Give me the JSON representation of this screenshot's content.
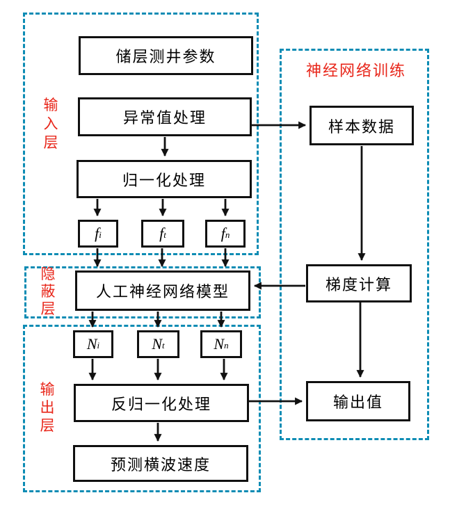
{
  "colors": {
    "region_border": "#0d8cb4",
    "node_border": "#101010",
    "label_red": "#e8261a",
    "arrow": "#111111",
    "background": "#ffffff"
  },
  "regions": {
    "input_layer": {
      "label": "输\n入\n层"
    },
    "hidden_layer": {
      "label": "隐\n蔽\n层"
    },
    "output_layer": {
      "label": "输\n出\n层"
    },
    "training": {
      "label": "神经网络训练"
    }
  },
  "nodes": {
    "reservoir_logging_params": {
      "label": "储层测井参数"
    },
    "outlier_processing": {
      "label": "异常值处理"
    },
    "normalization": {
      "label": "归一化处理"
    },
    "f1": {
      "main": "f",
      "sub": "i"
    },
    "f2": {
      "main": "f",
      "sub": "t"
    },
    "f3": {
      "main": "f",
      "sub": "n"
    },
    "ann_model": {
      "label": "人工神经网络模型"
    },
    "n1": {
      "main": "N",
      "sub": "i"
    },
    "n2": {
      "main": "N",
      "sub": "t"
    },
    "n3": {
      "main": "N",
      "sub": "n"
    },
    "denormalization": {
      "label": "反归一化处理"
    },
    "predicted_shear_velocity": {
      "label": "预测横波速度"
    },
    "sample_data": {
      "label": "样本数据"
    },
    "gradient_calculation": {
      "label": "梯度计算"
    },
    "output_value": {
      "label": "输出值"
    }
  },
  "edges": [
    {
      "from": "outlier_processing",
      "to": "normalization"
    },
    {
      "from": "outlier_processing",
      "to": "sample_data"
    },
    {
      "from": "normalization",
      "to": "f1"
    },
    {
      "from": "normalization",
      "to": "f2"
    },
    {
      "from": "normalization",
      "to": "f3"
    },
    {
      "from": "f1",
      "to": "ann_model"
    },
    {
      "from": "f2",
      "to": "ann_model"
    },
    {
      "from": "f3",
      "to": "ann_model"
    },
    {
      "from": "sample_data",
      "to": "gradient_calculation"
    },
    {
      "from": "gradient_calculation",
      "to": "ann_model"
    },
    {
      "from": "gradient_calculation",
      "to": "output_value"
    },
    {
      "from": "ann_model",
      "to": "n1"
    },
    {
      "from": "ann_model",
      "to": "n2"
    },
    {
      "from": "ann_model",
      "to": "n3"
    },
    {
      "from": "n1",
      "to": "denormalization"
    },
    {
      "from": "n2",
      "to": "denormalization"
    },
    {
      "from": "n3",
      "to": "denormalization"
    },
    {
      "from": "denormalization",
      "to": "output_value"
    },
    {
      "from": "denormalization",
      "to": "predicted_shear_velocity"
    }
  ]
}
